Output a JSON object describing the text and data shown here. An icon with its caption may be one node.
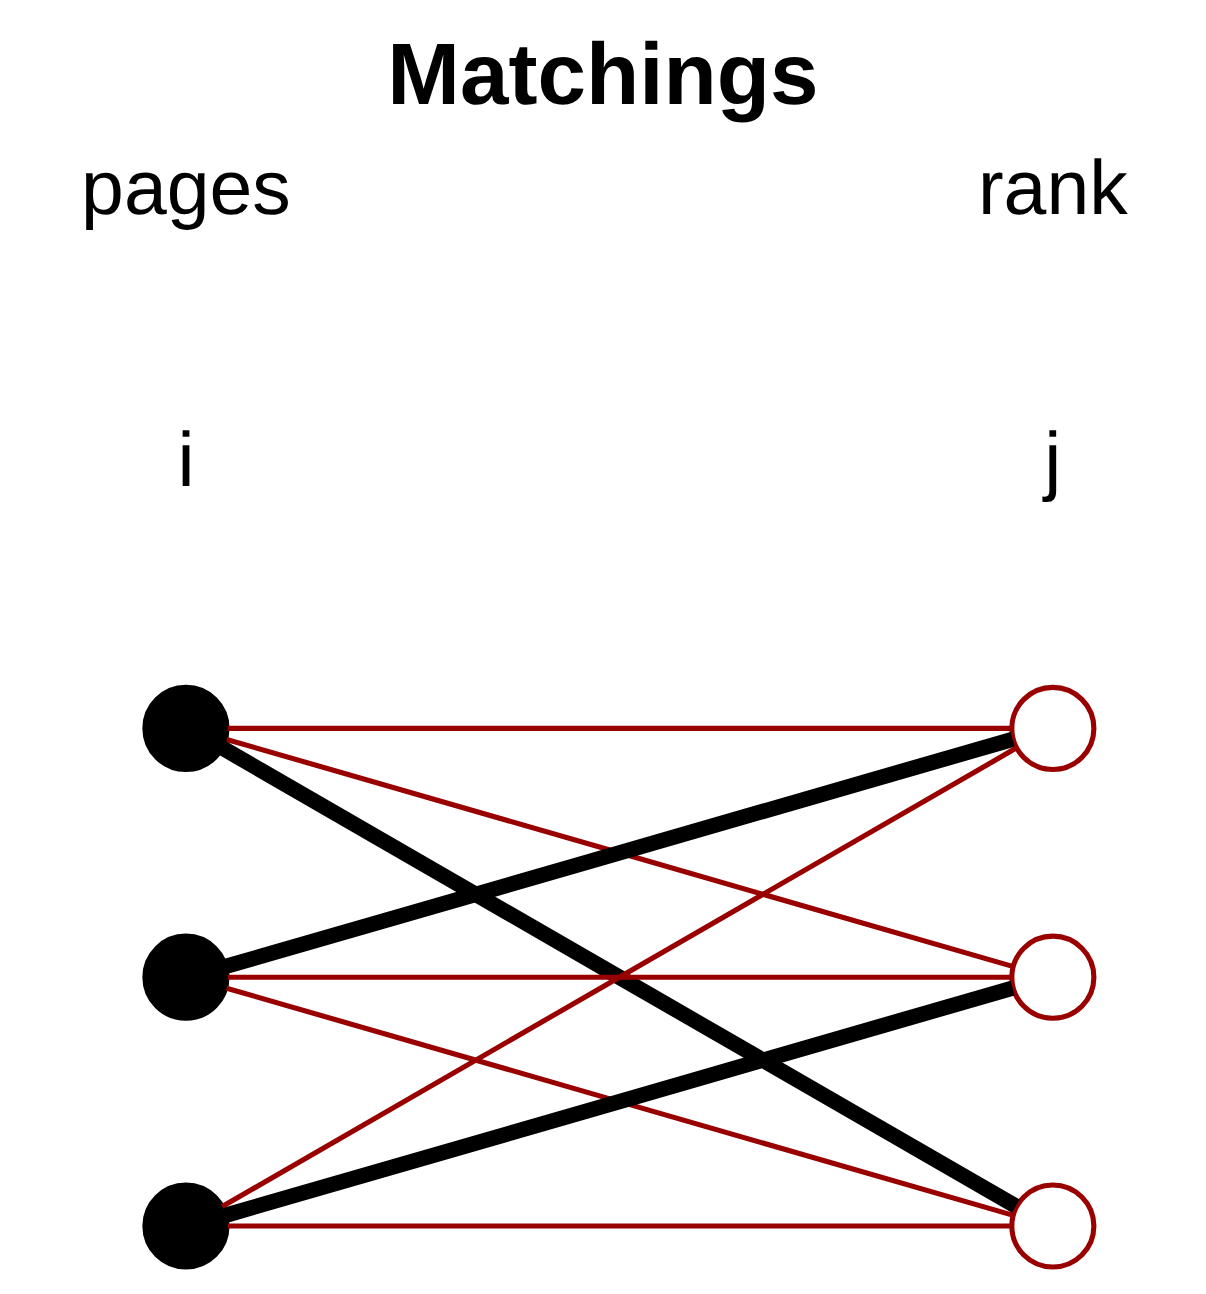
{
  "diagram": {
    "title": "Matchings",
    "nodes": [
      {
        "text": [],
        "shape": "circle"
      },
      {
        "text": [],
        "shape": "circle"
      },
      {
        "text": [],
        "shape": "circle"
      },
      {
        "text": [],
        "shape": "circle"
      },
      {
        "text": [],
        "shape": "circle"
      },
      {
        "text": [],
        "shape": "circle"
      }
    ],
    "edges": [
      {
        "from": 0,
        "to": 3,
        "arrow": "none"
      },
      {
        "from": 0,
        "to": 4,
        "arrow": "none"
      },
      {
        "from": 0,
        "to": 5,
        "arrow": "none",
        "style": "thick",
        "color": "#000000"
      },
      {
        "from": 1,
        "to": 3,
        "arrow": "none",
        "style": "thick",
        "color": "#000000"
      },
      {
        "from": 1,
        "to": 4,
        "arrow": "none"
      },
      {
        "from": 1,
        "to": 5,
        "arrow": "none"
      },
      {
        "from": 2,
        "to": 3,
        "arrow": "none"
      },
      {
        "from": 2,
        "to": 4,
        "arrow": "none",
        "style": "thick",
        "color": "#000000"
      },
      {
        "from": 2,
        "to": 5,
        "arrow": "none"
      }
    ],
    "labels": [
      "i",
      "j",
      "pages",
      "rank"
    ]
  }
}
